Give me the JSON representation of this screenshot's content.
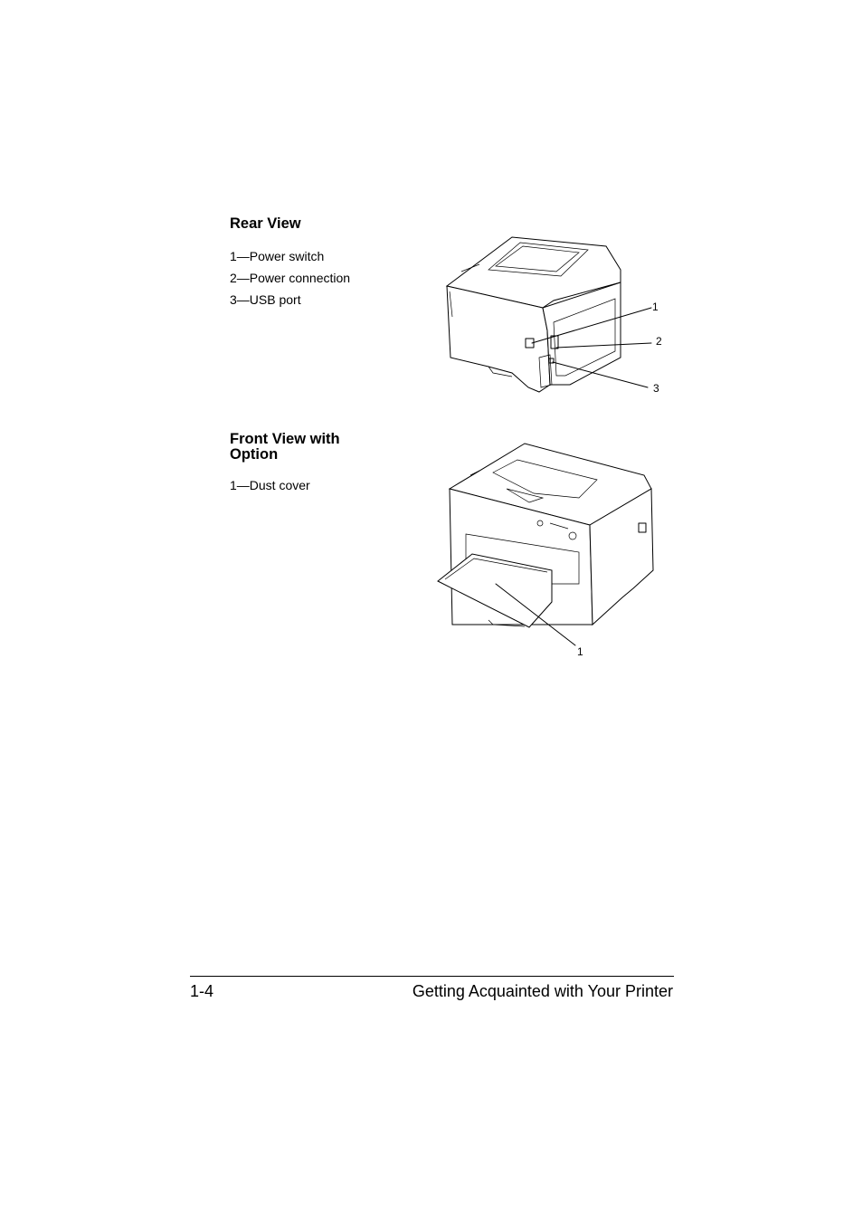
{
  "rear_view": {
    "heading": "Rear View",
    "items": [
      "1—Power switch",
      "2—Power connection",
      "3—USB port"
    ],
    "callouts": [
      "1",
      "2",
      "3"
    ]
  },
  "front_view": {
    "heading_line1": "Front View with",
    "heading_line2": "Option",
    "items": [
      "1—Dust cover"
    ],
    "callouts": [
      "1"
    ]
  },
  "footer": {
    "page_number": "1-4",
    "chapter_title": "Getting Acquainted with Your Printer"
  }
}
